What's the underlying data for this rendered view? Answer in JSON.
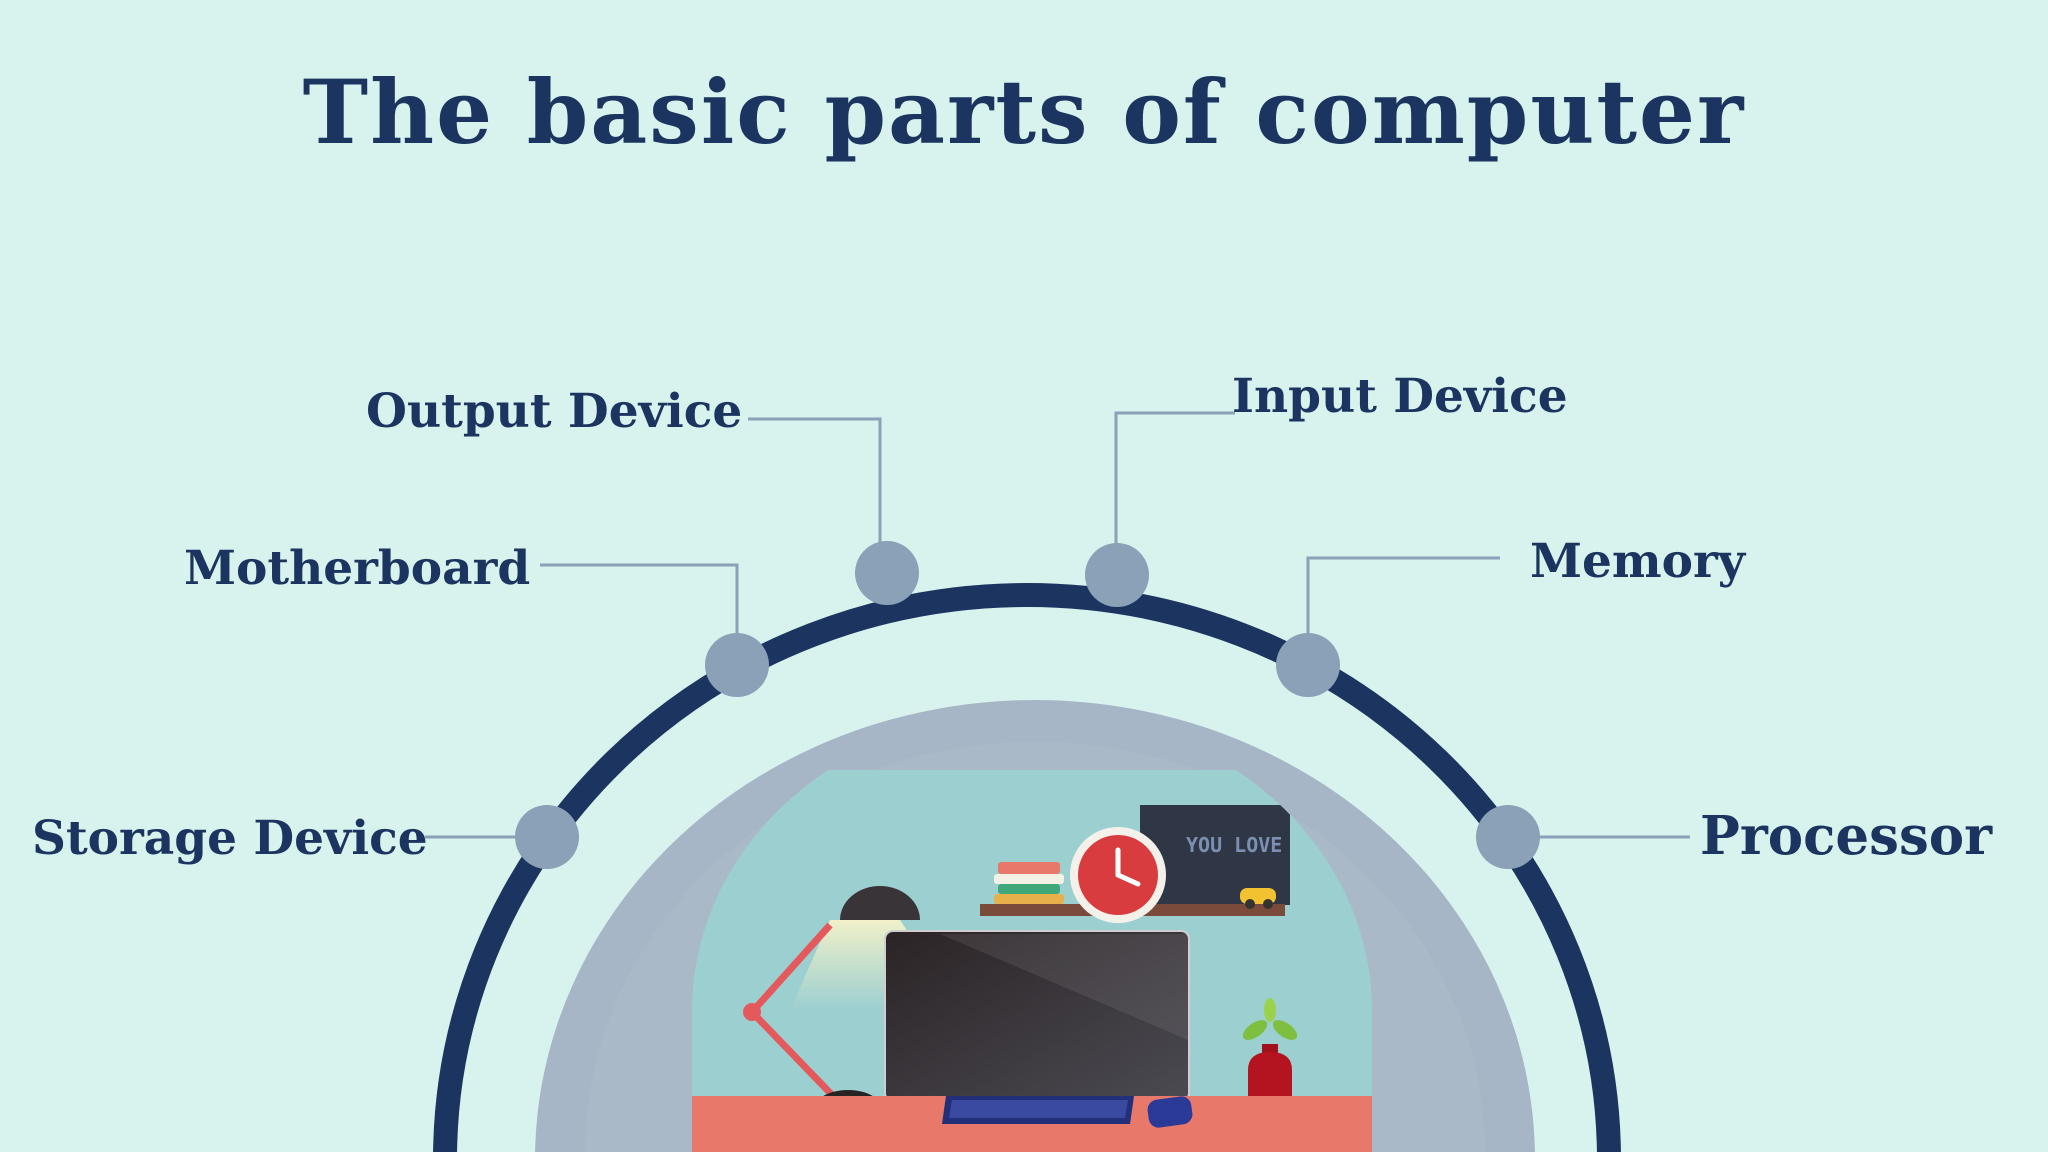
{
  "title": "The basic parts of computer",
  "labels": {
    "output_device": "Output Device",
    "input_device": "Input Device",
    "motherboard": "Motherboard",
    "memory": "Memory",
    "storage_device": "Storage Device",
    "processor": "Processor"
  },
  "colors": {
    "background": "#d8f3ee",
    "text": "#1b3560",
    "arc": "#1b3560",
    "node": "#8aa1b7",
    "connector": "#8aa1b7",
    "inner_ring": "#a6b6c6",
    "room_wall": "#9ccfd0",
    "desk": "#e8786a"
  },
  "illustration": {
    "poster_text": "YOU LOVE"
  }
}
